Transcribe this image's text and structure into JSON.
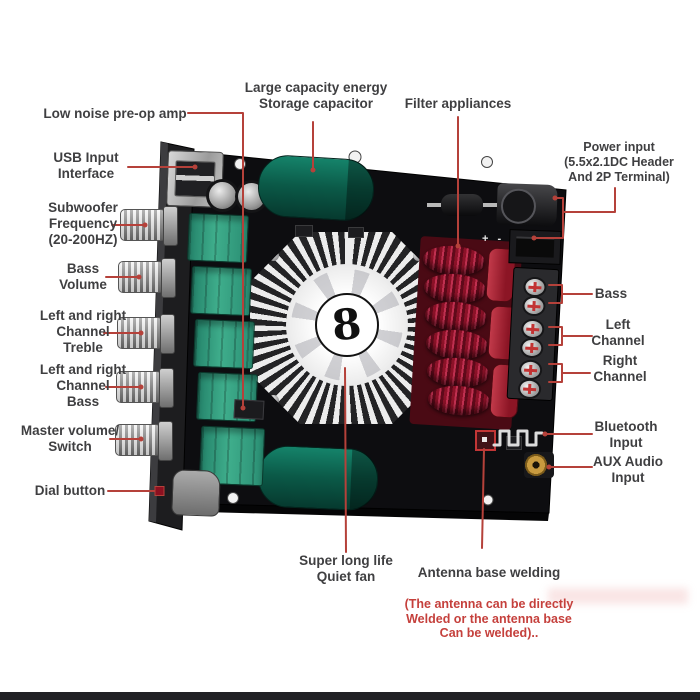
{
  "labels": {
    "low_noise": "Low noise pre-op amp",
    "storage_cap": "Large capacity energy\nStorage capacitor",
    "filter": "Filter appliances",
    "power_input": "Power input\n(5.5x2.1DC Header\nAnd 2P Terminal)",
    "usb": "USB Input\nInterface",
    "subwoofer": "Subwoofer\nFrequency\n(20-200HZ)",
    "bass_volume": "Bass\nVolume",
    "treble": "Left and right\nChannel\nTreble",
    "channel_bass": "Left and right\nChannel\nBass",
    "master": "Master volume/\nSwitch",
    "dial": "Dial button",
    "bass_out": "Bass",
    "left_channel": "Left\nChannel",
    "right_channel": "Right\nChannel",
    "bluetooth": "Bluetooth\nInput",
    "aux": "AUX Audio\nInput",
    "fan": "Super long life\nQuiet fan",
    "antenna": "Antenna base welding",
    "antenna_note": "(The antenna can be directly\nWelded or the antenna base\nCan be welded).."
  },
  "board": {
    "fan_hub_label": "8",
    "polarity_marks": "+ -"
  },
  "colors": {
    "annotation_red": "#b5413a",
    "note_red": "#c5403c",
    "pcb_black": "#0d0d10",
    "capacitor_green": "#0b5a48",
    "potentiometer_green": "#2f9e7e",
    "inductor_red": "#8c1228",
    "film_cap_red": "#b02a3a"
  }
}
